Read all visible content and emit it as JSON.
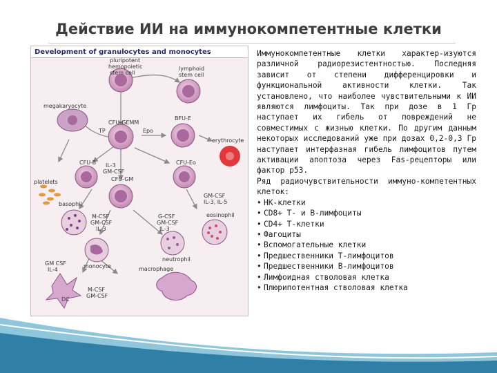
{
  "slide": {
    "title": "Действие ИИ на иммунокомпетентные клетки"
  },
  "figure": {
    "title": "Development of granulocytes and monocytes",
    "labels": {
      "pluripotent": "pluripotent",
      "hemopoietic": "hemopoietic",
      "stem_cell_1": "stem cell",
      "lymphoid": "lymphoid",
      "stem_cell_2": "stem cell",
      "megakaryocyte": "megakaryocyte",
      "cfu_gemm": "CFU-GEMM",
      "bfu_e": "BFU-E",
      "tp": "TP",
      "epo": "Epo",
      "erythrocyte": "erythrocyte",
      "platelets": "platelets",
      "cfu_b": "CFU-B",
      "il3_a": "IL-3",
      "gm_csf_a": "GM-CSF",
      "cfu_eo": "CFU-Eo",
      "cfu_gm": "CFU-GM",
      "gm_csf_b": "GM-CSF",
      "il3_il5": "IL-3, IL-5",
      "basophil": "basophil",
      "m_csf_a": "M-CSF",
      "gm_csf_c": "GM-CSF",
      "il3_b": "IL-3",
      "g_csf": "G-CSF",
      "gm_csf_d": "GM-CSF",
      "il3_c": "IL-3",
      "eosinophil": "eosinophil",
      "monocyte": "monocyte",
      "neutrophil": "neutrophil",
      "gm_csf_e": "GM CSF",
      "il4": "IL-4",
      "macrophage": "macrophage",
      "m_csf_b": "M-CSF",
      "gm_csf_f": "GM-CSF",
      "dc": "DC"
    }
  },
  "text": {
    "paragraph1": "Иммунокомпетентные клетки характер-изуются различной радиорезистентностью. Последняя зависит от степени дифференцировки и функциональной активности клетки. Так установлено, что наиболее чувствительными к ИИ являются лимфоциты. Так при дозе в 1 Гр наступает их гибель от повреждений не совместимых с жизнью клетки. По другим данным некоторых исследований уже при дозах 0,2-0,3 Гр наступает интерфазная гибель лимфоцитов путем активации апоптоза через Fas-рецепторы или фактор р53.",
    "paragraph2": "Ряд радиочувствительности иммуно-компетентных клеток:",
    "bullet_symbol": "•",
    "list": [
      "НК-клетки",
      "CD8+ Т- и В-лимфоциты",
      "CD4+ Т-клетки",
      "Фагоциты",
      "Вспомогательные клетки",
      "Предшественники Т-лимфоцитов",
      "Предшественники В-лимфоцитов",
      "Лимфоидная стволовая клетка",
      "Плюрипотентная стволовая клетка"
    ]
  },
  "colors": {
    "title": "#3d3d3d",
    "cell_fill": "#c58ab4",
    "cell_nucleus": "#9a5a92",
    "erythrocyte": "#e0383c",
    "platelets": "#e09a3c",
    "band_dark": "#2f7fa6",
    "band_light": "#8fc6db"
  }
}
